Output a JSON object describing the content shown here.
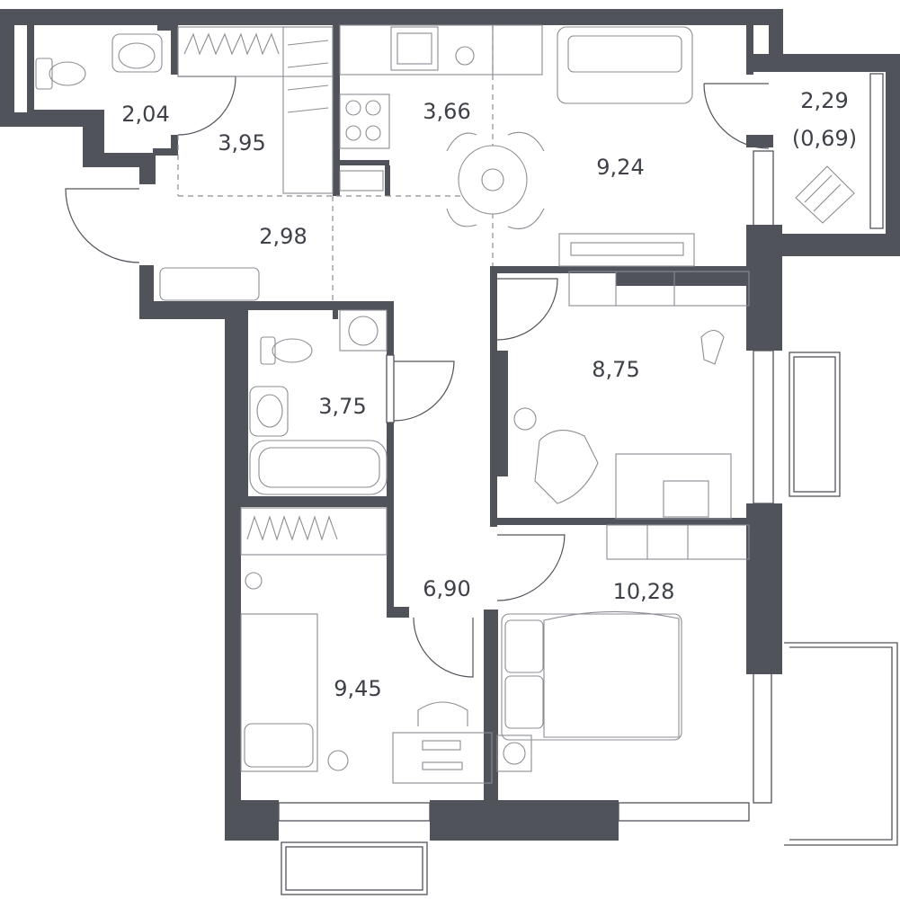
{
  "plan": {
    "rooms": [
      {
        "id": "wc-small",
        "label": "2,04"
      },
      {
        "id": "wardrobe-corridor",
        "label": "3,95"
      },
      {
        "id": "kitchen",
        "label": "3,66"
      },
      {
        "id": "living",
        "label": "9,24"
      },
      {
        "id": "balcony-top",
        "label": "2,29"
      },
      {
        "id": "balcony-top-reduced",
        "label": "(0,69)"
      },
      {
        "id": "entrance-hall",
        "label": "2,98"
      },
      {
        "id": "bathroom",
        "label": "3,75"
      },
      {
        "id": "bedroom-small",
        "label": "8,75"
      },
      {
        "id": "hallway",
        "label": "6,90"
      },
      {
        "id": "bedroom-large",
        "label": "10,28"
      },
      {
        "id": "kids-room",
        "label": "9,45"
      }
    ]
  },
  "colors": {
    "wall": "#50535a",
    "furniture_line": "#8a8d93",
    "label_text": "#3e4148",
    "background": "#ffffff"
  }
}
